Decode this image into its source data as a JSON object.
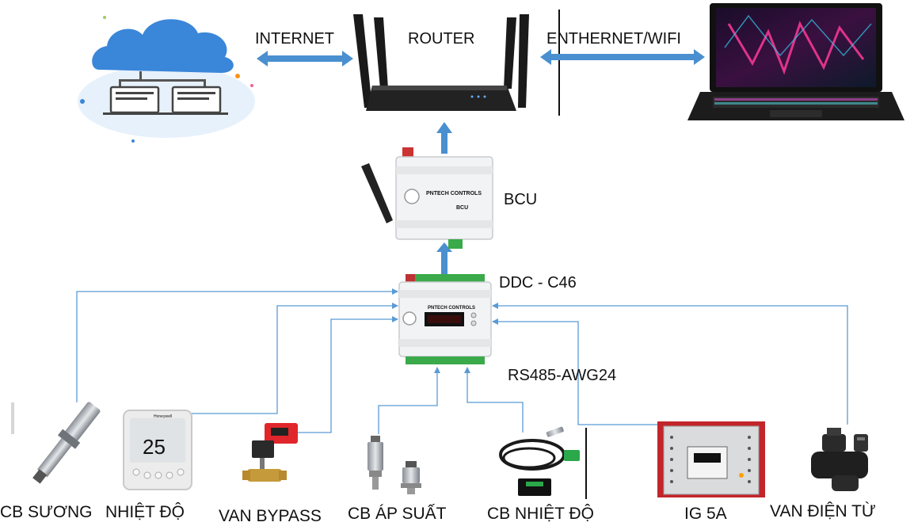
{
  "labels": {
    "internet": "INTERNET",
    "router": "ROUTER",
    "ethernet_wifi": "ENTHERNET/WIFI",
    "bcu": "BCU",
    "ddc": "DDC - C46",
    "rs485": "RS485-AWG24"
  },
  "devices": {
    "bcu_brand": "PNTECH CONTROLS",
    "bcu_model": "BCU",
    "ddc_brand": "PNTECH CONTROLS",
    "thermostat_brand": "Honeywell",
    "thermostat_reading": "25"
  },
  "sensors": [
    {
      "label": "CB SƯƠNG"
    },
    {
      "label": "NHIỆT ĐỘ"
    },
    {
      "label": "VAN BYPASS"
    },
    {
      "label": "CB ÁP SUẤT"
    },
    {
      "label": "CB NHIỆT ĐỘ"
    },
    {
      "label": "IG 5A"
    },
    {
      "label": "VAN ĐIỆN TỪ"
    }
  ],
  "colors": {
    "arrow": "#4a8fd0",
    "line": "#5b9bd5",
    "cloud": "#3a86d9",
    "text": "#111111"
  }
}
